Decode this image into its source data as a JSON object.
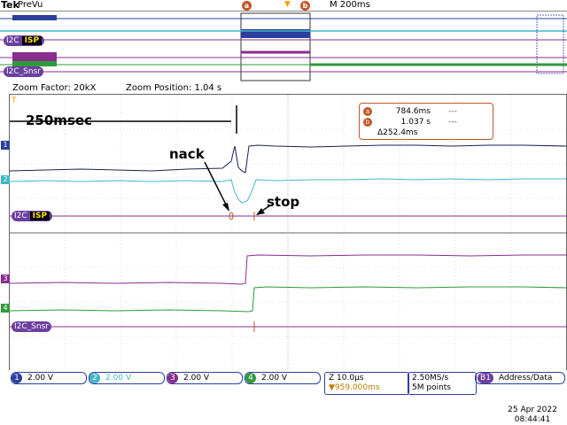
{
  "header": {
    "brand": "Tek",
    "mode": "PreVu",
    "timebase": "M 200ms",
    "cursor_a": "a",
    "cursor_b": "b"
  },
  "overview": {
    "bus_isp": "I2C",
    "bus_isp_tag": "ISP",
    "bus_snsr": "I2C_Snsr"
  },
  "zoom": {
    "factor": "Zoom Factor: 20kX",
    "position": "Zoom Position: 1.04 s"
  },
  "measurements": {
    "a_value": "784.6ms",
    "b_value": "1.037 s",
    "delta": "Δ252.4ms",
    "dash": "---"
  },
  "annotations": {
    "duration": "250msec",
    "nack": "nack",
    "stop": "stop"
  },
  "traces": {
    "bus_isp_label": "I2C",
    "bus_isp_tag": "ISP",
    "bus_snsr_label": "I2C_Snsr"
  },
  "channels": [
    {
      "num": "1",
      "scale": "2.00 V",
      "color": "#2b3f9d"
    },
    {
      "num": "2",
      "scale": "2.00 V",
      "color": "#3fb7c8"
    },
    {
      "num": "3",
      "scale": "2.00 V",
      "color": "#8a2c8f"
    },
    {
      "num": "4",
      "scale": "2.00 V",
      "color": "#2f9a3a"
    }
  ],
  "timing": {
    "zoom_scale": "Z 10.0μs",
    "trigger_pos": "▼959.000ms",
    "sample_rate": "2.50MS/s",
    "record": "5M points",
    "bus": "B1",
    "bus_decode": "Address/Data"
  },
  "datetime": {
    "date": "25 Apr  2022",
    "time": "08:44:41"
  },
  "colors": {
    "accent": "#c0572a",
    "frame": "#2b3f9d",
    "trigger": "#f2a000"
  }
}
